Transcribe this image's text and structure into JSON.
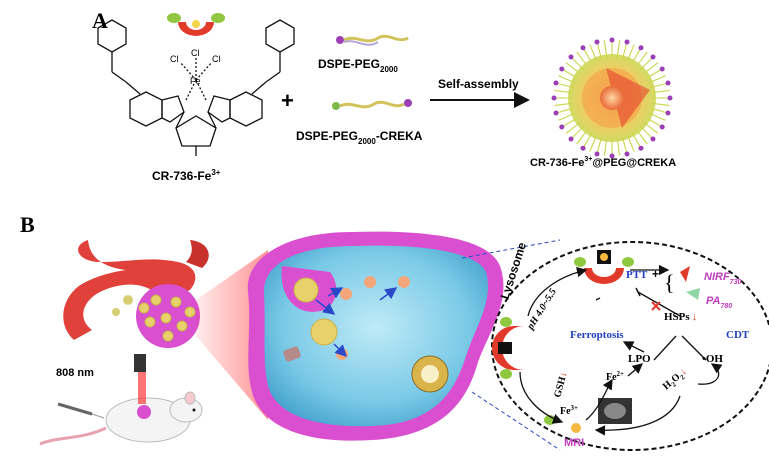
{
  "panels": {
    "a": {
      "letter": "A",
      "molecule_label": "CR-736-Fe",
      "molecule_label_sup": "3+",
      "fe_label": "Fe",
      "cl_label": "Cl",
      "plus_sign": "+",
      "peg_label": "DSPE-PEG",
      "peg_sub": "2000",
      "creka_label": "DSPE-PEG",
      "creka_sub": "2000",
      "creka_suffix": "-CREKA",
      "arrow_label": "Self-assembly",
      "product_label_pre": "CR-736-Fe",
      "product_label_sup": "3+",
      "product_label_post": "@PEG@CREKA"
    },
    "b": {
      "letter": "B",
      "laser_label": "808 nm",
      "lysosome_label": "Lysosome",
      "ph_label": "pH 4.0~5.5",
      "ptt_label": "PTT",
      "plus_sign": "+",
      "nirf_label": "NIRF",
      "nirf_sub": "730",
      "pa_label": "PA",
      "pa_sub": "780",
      "hsps_label": "HSPs",
      "ferroptosis_label": "Ferroptosis",
      "cdt_label": "CDT",
      "lpo_label": "LPO",
      "oh_label": "•OH",
      "gsh_label": "GSH",
      "fe2_label": "Fe",
      "fe2_sup": "2+",
      "h2o2_label": "H",
      "h2o2_sub1": "2",
      "h2o2_mid": "O",
      "h2o2_sub2": "2",
      "fe3_label": "Fe",
      "fe3_sup": "3+",
      "mri_label": "MRI",
      "down_arrow": "↓"
    }
  },
  "colors": {
    "accent_blue": "#1f3fbf",
    "magenta": "#c23cbf",
    "vessel_red": "#e0413a",
    "tumor_pink": "#d94fd0",
    "cell_blue": "#7fd0ea",
    "peg_green": "#c8d64a",
    "peg_purple": "#9a3fb5"
  }
}
